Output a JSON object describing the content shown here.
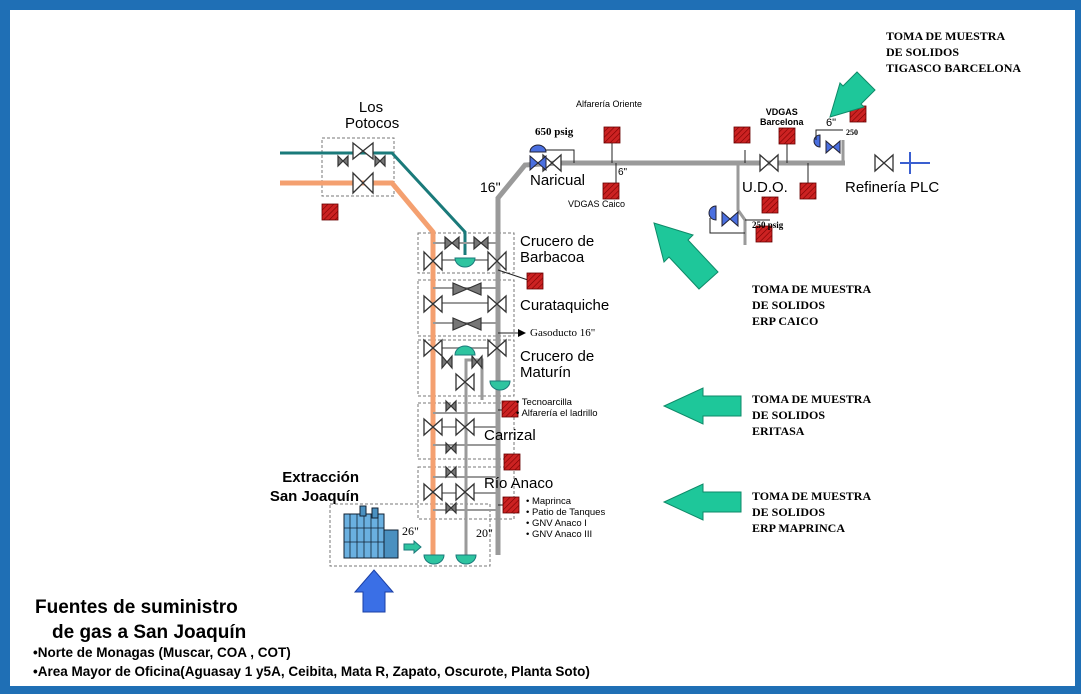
{
  "diagram": {
    "labels": {
      "los_potocos": "Los\nPotocos",
      "naricual": "Naricual",
      "pressure_650": "650 psig",
      "alfareria_oriente": "Alfarería Oriente",
      "vdgas_caico": "VDGAS Caico",
      "size_6_a": "6\"",
      "size_16": "16\"",
      "vdgas_barcelona": "VDGAS\nBarcelona",
      "size_6_b": "6\"",
      "pressure_250_a": "250",
      "udo": "U.D.O.",
      "refineria": "Refinería PLC",
      "pressure_250_b": "250 psig",
      "crucero_barbacoa": "Crucero de\nBarbacoa",
      "curataquiche": "Curataquiche",
      "gasoducto": "Gasoducto 16\"",
      "crucero_maturin": "Crucero de\nMaturín",
      "carrizal": "Carrizal",
      "rio_anaco": "Río Anaco",
      "size_26": "26\"",
      "size_20": "20\"",
      "extraccion": "Extracción\nSan Joaquín"
    },
    "consumers_a": [
      "Tecnoarcilla",
      "Alfarería el ladrillo"
    ],
    "consumers_b": [
      "Maprinca",
      "Patio de Tanques",
      "GNV Anaco I",
      "GNV Anaco III"
    ],
    "sampling_notes": [
      {
        "id": "tigasco",
        "text": "TOMA DE MUESTRA\nDE SOLIDOS\nTIGASCO BARCELONA"
      },
      {
        "id": "caico",
        "text": "TOMA DE MUESTRA\nDE SOLIDOS\nERP CAICO"
      },
      {
        "id": "eritasa",
        "text": "TOMA DE MUESTRA\nDE SOLIDOS\nERITASA"
      },
      {
        "id": "maprinca",
        "text": "TOMA DE MUESTRA\nDE SOLIDOS\nERP MAPRINCA"
      }
    ],
    "footer": {
      "heading_1": "Fuentes de suministro",
      "heading_2": "de gas a San Joaquín",
      "bullet_1": "•Norte de Monagas (Muscar, COA , COT)",
      "bullet_2": "•Area Mayor de Oficina(Aguasay 1 y5A, Ceibita, Mata R, Zapato, Oscurote, Planta Soto)"
    },
    "colors": {
      "frame": "#1f6fb5",
      "teal_pipe": "#1a7a7a",
      "orange_pipe": "#f4a070",
      "gray_pipe": "#9a9a9a",
      "arrow_green": "#1ec79a",
      "sample_point": "#cc2222",
      "up_arrow": "#3a6fe6"
    }
  }
}
